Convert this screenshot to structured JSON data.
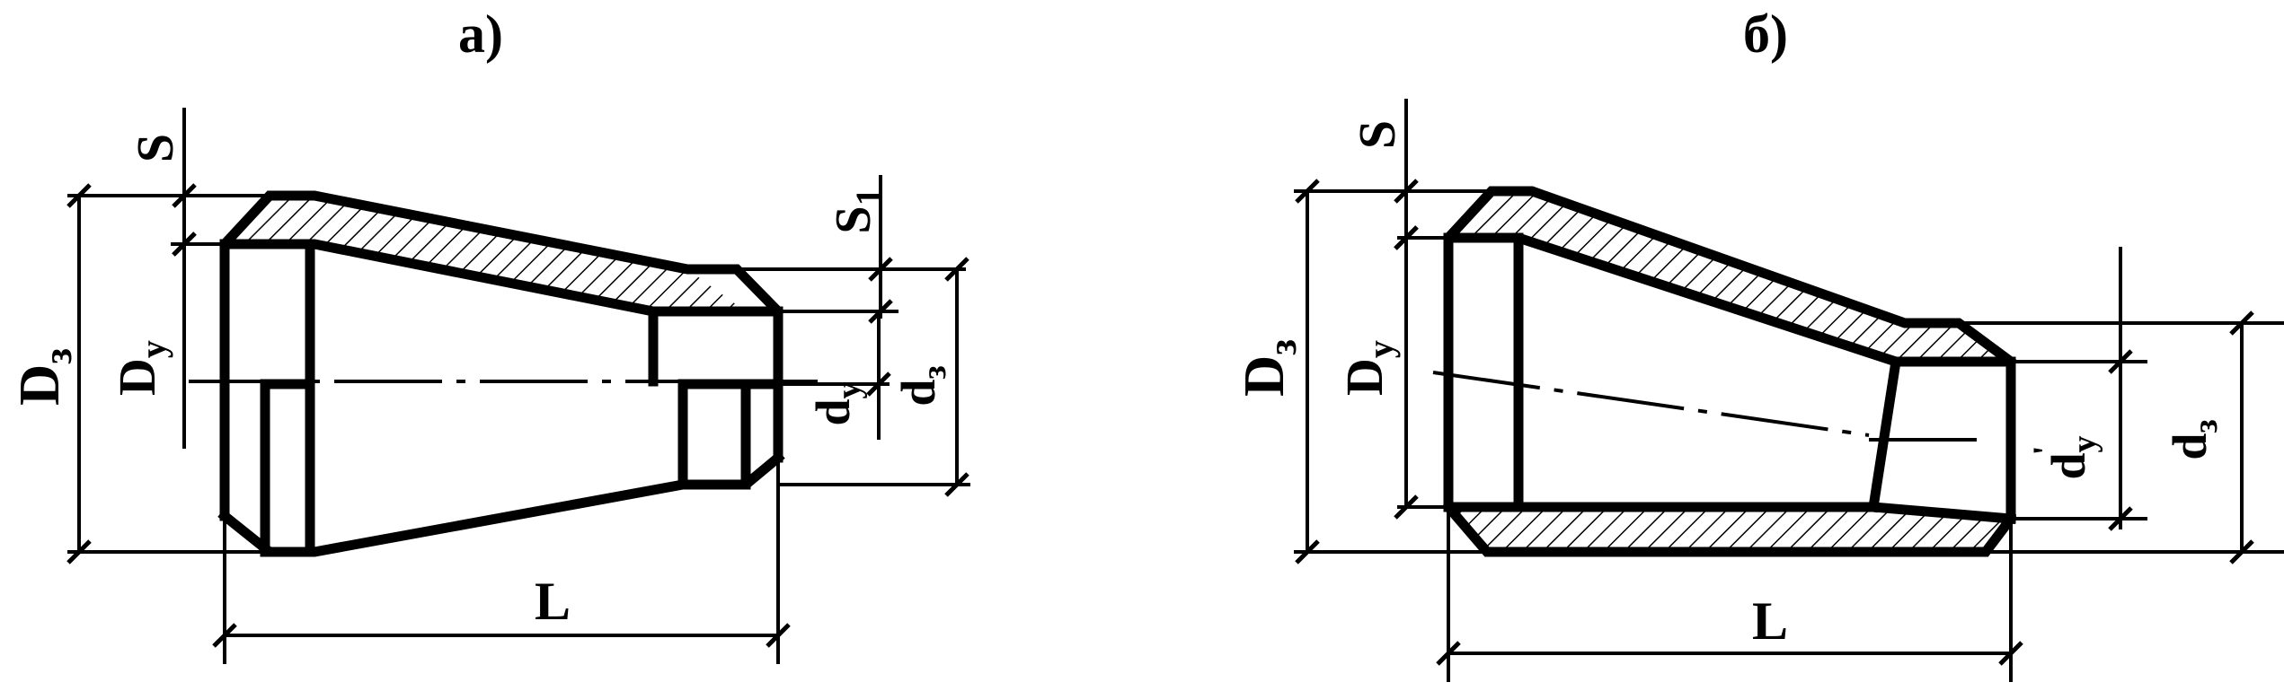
{
  "diagrams": {
    "a": {
      "caption": "а)",
      "labels": {
        "S": "S",
        "S1": "S",
        "S1_sub": "1",
        "D3": "D",
        "D3_sub": "з",
        "Dy": "D",
        "Dy_sub": "y",
        "dy": "d",
        "dy_sub": "y",
        "d3": "d",
        "d3_sub": "з",
        "L": "L"
      }
    },
    "b": {
      "caption": "б)",
      "labels": {
        "S": "S",
        "D3": "D",
        "D3_sub": "з",
        "Dy": "D",
        "Dy_sub": "y",
        "dy": "d",
        "dy_sub": "y",
        "dy_prime": "'",
        "d3": "d",
        "d3_sub": "з",
        "L": "L"
      }
    }
  },
  "colors": {
    "ink": "#000000",
    "background": "#ffffff"
  }
}
